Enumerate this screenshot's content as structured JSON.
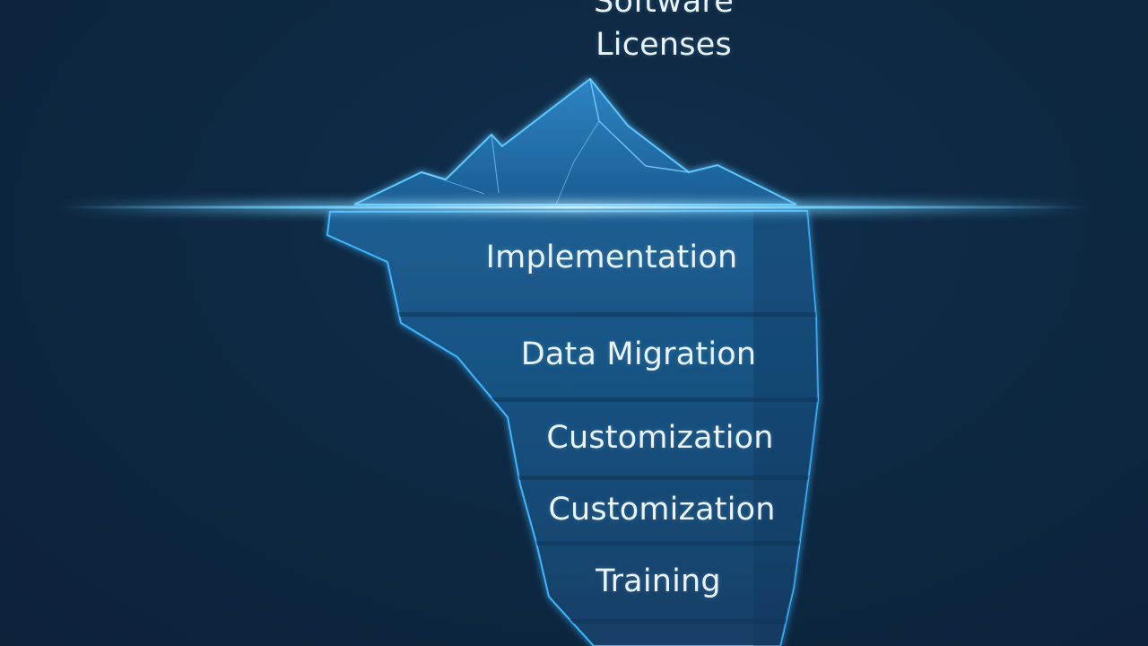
{
  "tip": {
    "line1": "Software",
    "line2": "Licenses"
  },
  "layers": [
    "Implementation",
    "Data Migration",
    "Customization",
    "Customization",
    "Training"
  ],
  "colors": {
    "background": "#0d2842",
    "ice_edge": "#3fb6ff",
    "waterline": "#6fd0ff",
    "label": "#e9f3fa"
  }
}
